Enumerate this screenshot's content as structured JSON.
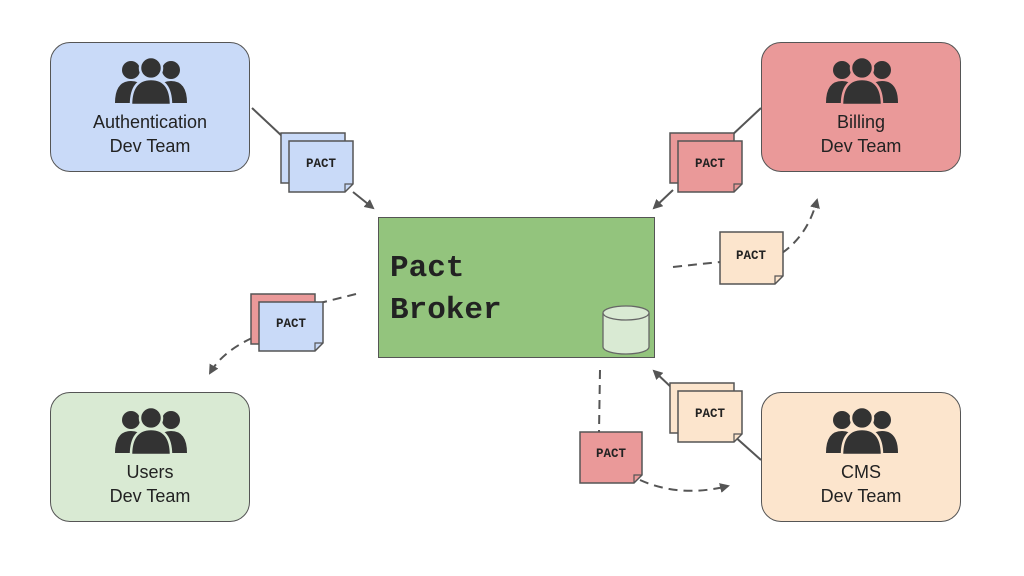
{
  "broker": {
    "title_line1": "Pact",
    "title_line2": "Broker",
    "fill": "#93c47d"
  },
  "teams": {
    "auth": {
      "line1": "Authentication",
      "line2": "Dev Team",
      "fill": "#c9daf8"
    },
    "bill": {
      "line1": "Billing",
      "line2": "Dev Team",
      "fill": "#ea9999"
    },
    "users": {
      "line1": "Users",
      "line2": "Dev Team",
      "fill": "#d9ead3"
    },
    "cms": {
      "line1": "CMS",
      "line2": "Dev Team",
      "fill": "#fce5cd"
    }
  },
  "pacts": {
    "label": "PACT",
    "auth_color": "#c9daf8",
    "bill_color": "#ea9999",
    "cms_color": "#fce5cd"
  },
  "icons": {
    "team": "people-group-icon",
    "storage": "database-icon"
  },
  "colors": {
    "stroke": "#555555",
    "people": "#333333"
  }
}
